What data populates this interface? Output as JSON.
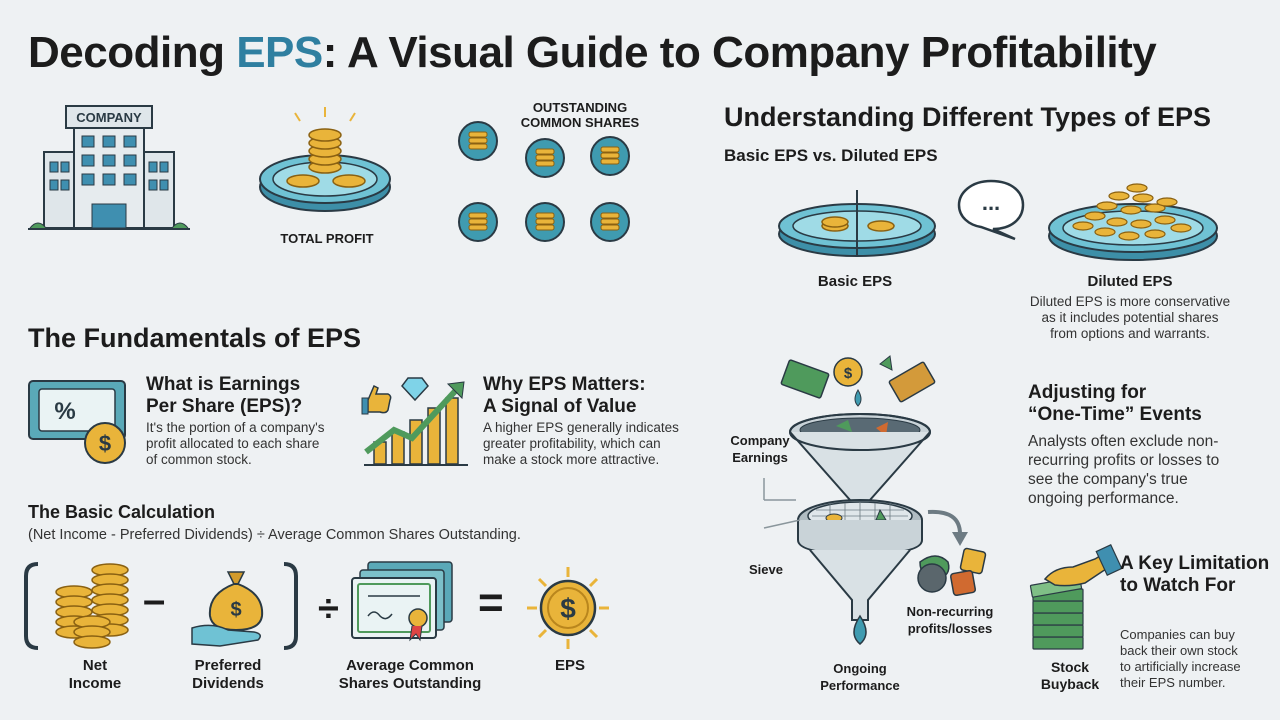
{
  "title": {
    "part1": "Decoding ",
    "highlight": "EPS",
    "part2": ": A Visual Guide to Company Profitability"
  },
  "top_illustration": {
    "company_sign": "COMPANY",
    "total_profit_label": "TOTAL PROFIT",
    "outstanding_label_line1": "OUTSTANDING",
    "outstanding_label_line2": "COMMON SHARES"
  },
  "fundamentals": {
    "heading": "The Fundamentals of EPS",
    "what_is": {
      "title_line1": "What is Earnings",
      "title_line2": "Per Share (EPS)?",
      "text_line1": "It's the portion of a company's",
      "text_line2": "profit allocated to each share",
      "text_line3": "of common stock."
    },
    "why_matters": {
      "title_line1": "Why EPS Matters:",
      "title_line2": "A Signal of Value",
      "text_line1": "A higher EPS generally indicates",
      "text_line2": "greater profitability, which can",
      "text_line3": "make a stock more attractive."
    },
    "calc": {
      "heading": "The Basic Calculation",
      "formula": "(Net Income - Preferred Dividends) ÷ Average Common Shares Outstanding.",
      "net_income_line1": "Net",
      "net_income_line2": "Income",
      "preferred_line1": "Preferred",
      "preferred_line2": "Dividends",
      "avg_line1": "Average Common",
      "avg_line2": "Shares Outstanding",
      "eps_label": "EPS",
      "minus": "–",
      "divide": "÷",
      "equals": "="
    }
  },
  "types": {
    "heading": "Understanding Different Types of EPS",
    "subheading": "Basic EPS vs. Diluted EPS",
    "basic_label": "Basic EPS",
    "diluted_label": "Diluted EPS",
    "diluted_desc_line1": "Diluted EPS is more conservative",
    "diluted_desc_line2": "as it includes potential shares",
    "diluted_desc_line3": "from options and warrants.",
    "bubble_text": "..."
  },
  "adjusting": {
    "heading_line1": "Adjusting for",
    "heading_line2": "“One-Time” Events",
    "text_line1": "Analysts often exclude non-",
    "text_line2": "recurring profits or losses to",
    "text_line3": "see the company's true",
    "text_line4": "ongoing performance.",
    "company_earnings_line1": "Company",
    "company_earnings_line2": "Earnings",
    "sieve_label": "Sieve",
    "nonrecurring_line1": "Non-recurring",
    "nonrecurring_line2": "profits/losses",
    "ongoing_line1": "Ongoing",
    "ongoing_line2": "Performance"
  },
  "limitation": {
    "heading_line1": "A Key Limitation",
    "heading_line2": "to Watch For",
    "text_line1": "Companies can buy",
    "text_line2": "back their own stock",
    "text_line3": "to artificially increase",
    "text_line4": "their EPS number.",
    "buyback_line1": "Stock",
    "buyback_line2": "Buyback"
  },
  "colors": {
    "teal": "#2f7fa0",
    "gold": "#e9b43a",
    "gold_dark": "#b9861d",
    "green": "#4f9a5c",
    "outline": "#2a3a44"
  }
}
